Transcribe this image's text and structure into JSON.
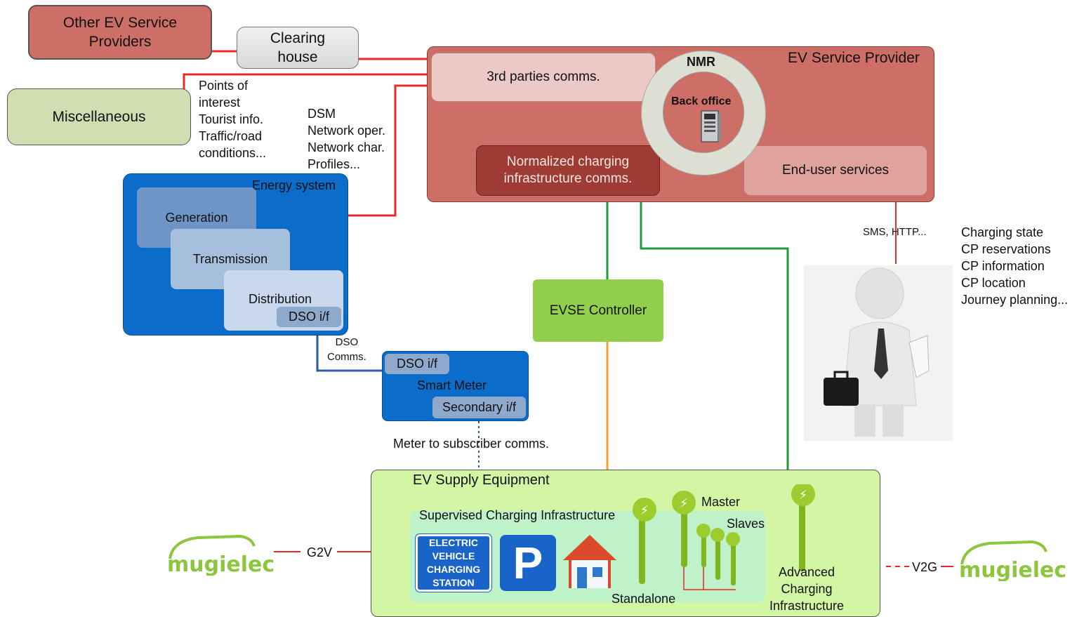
{
  "providers": {
    "other": "Other EV Service\nProviders",
    "clearing": "Clearing\nhouse",
    "misc": "Miscellaneous",
    "misc_notes": "Points of\ninterest\nTourist info.\nTraffic/road\nconditions...",
    "energy_notes": "DSM\nNetwork oper.\nNetwork char.\nProfiles..."
  },
  "service_provider": {
    "title": "EV Service Provider",
    "third_parties": "3rd parties comms.",
    "nmr": "NMR",
    "back_office": "Back office",
    "normalized": "Normalized charging\ninfrastructure comms.",
    "end_user": "End-user services"
  },
  "energy": {
    "title": "Energy system",
    "generation": "Generation",
    "transmission": "Transmission",
    "distribution": "Distribution",
    "dso_if": "DSO i/f"
  },
  "links": {
    "dso_comms": "DSO\nComms.",
    "meter_comms": "Meter to subscriber comms.",
    "sms": "SMS, HTTP...",
    "g2v": "G2V",
    "v2g": "V2G"
  },
  "smart_meter": {
    "dso_if": "DSO i/f",
    "title": "Smart Meter",
    "secondary": "Secondary i/f"
  },
  "evse_controller": "EVSE Controller",
  "user_services": "Charging state\nCP reservations\nCP information\nCP location\nJourney planning...",
  "supply": {
    "title": "EV Supply Equipment",
    "supervised": "Supervised Charging Infrastructure",
    "station_sign": "ELECTRIC\nVEHICLE\nCHARGING\nSTATION",
    "parking": "P",
    "master": "Master",
    "slaves": "Slaves",
    "standalone": "Standalone",
    "advanced": "Advanced\nCharging\nInfrastructure"
  },
  "logos": {
    "left": "mugielec",
    "right": "mugielec"
  },
  "colors": {
    "sp_fill": "#cd6f66",
    "sp_dark": "#9e3b34",
    "light_pink": "#ecc9c6",
    "blue": "#0b6cc9",
    "blue_light": "#c9d8ec",
    "green": "#92cf4c",
    "supply_fill": "#d3f6a5",
    "red_line": "#e52a2a",
    "green_line": "#1f9b3d",
    "orange_line": "#f3a233"
  }
}
